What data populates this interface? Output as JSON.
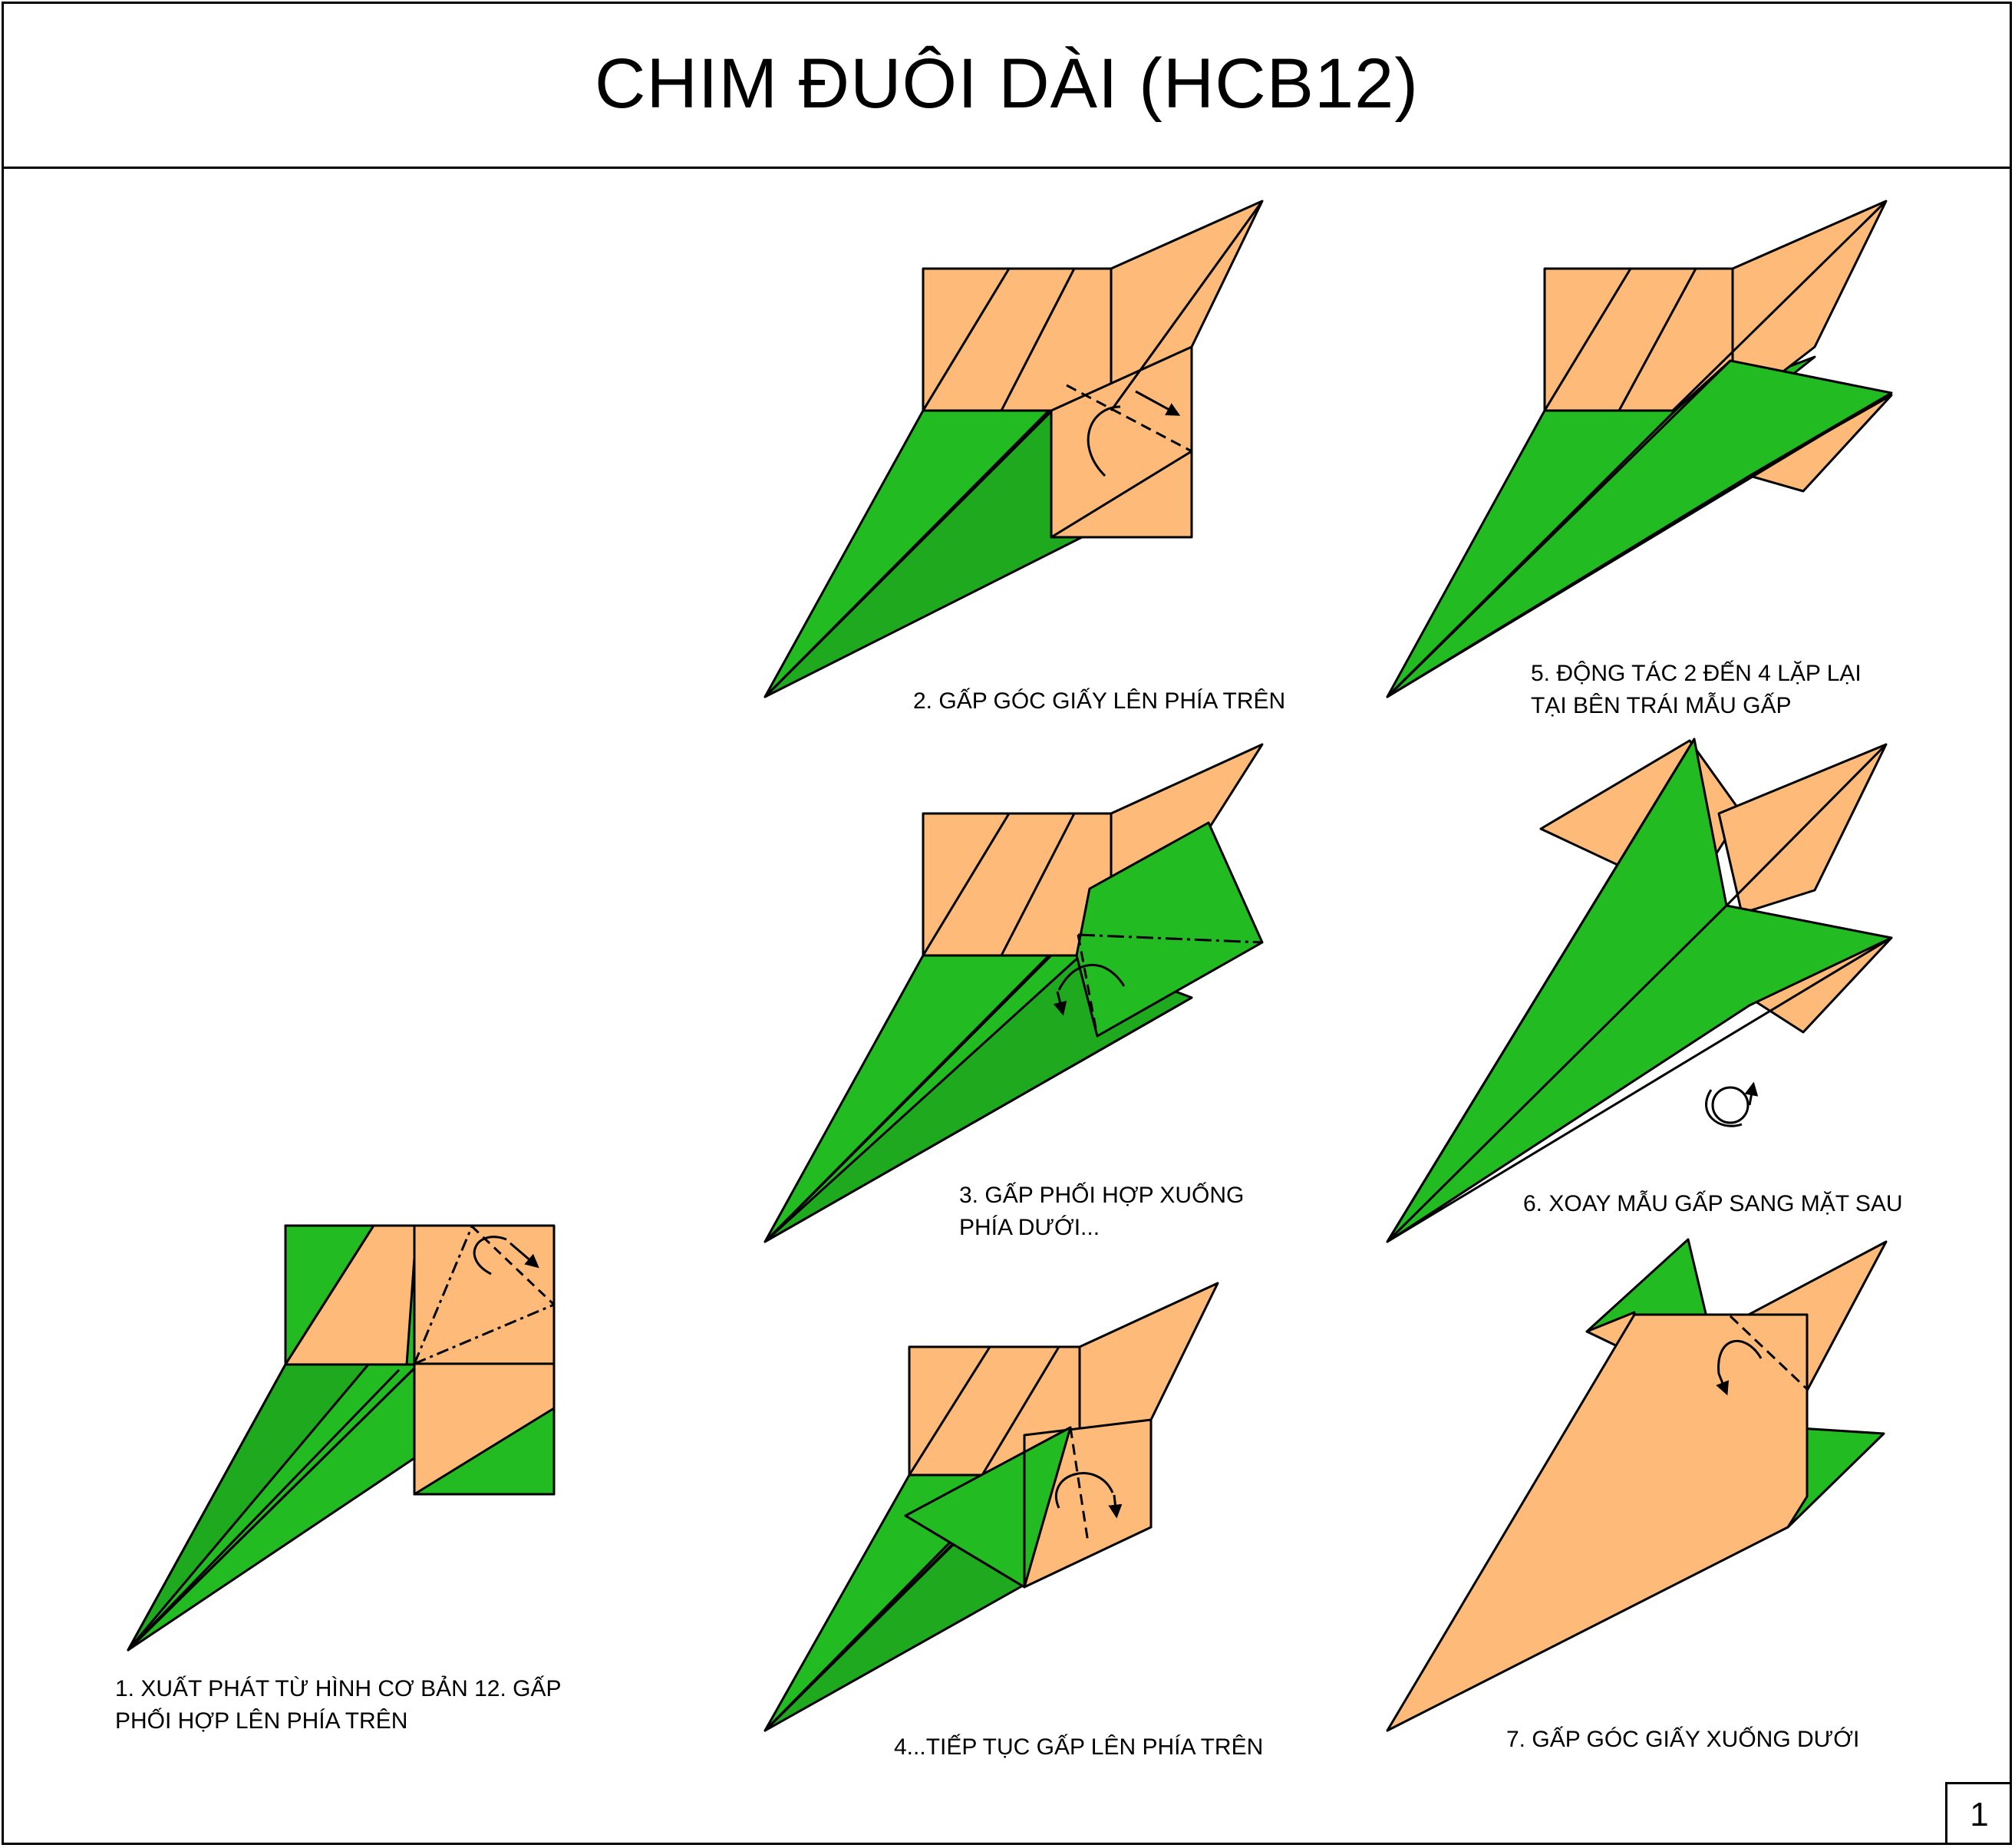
{
  "title": "CHIM ĐUÔI DÀI (HCB12)",
  "page_number": "1",
  "colors": {
    "orange": "#FDBA78",
    "green": "#22BB22",
    "stroke": "#000000"
  },
  "steps": [
    {
      "id": 1,
      "caption_lines": [
        "1. XUẤT PHÁT TỪ HÌNH CƠ BẢN 12. GẤP",
        "PHỐI HỢP LÊN PHÍA TRÊN"
      ]
    },
    {
      "id": 2,
      "caption_lines": [
        "2. GẤP GÓC GIẤY LÊN PHÍA TRÊN"
      ]
    },
    {
      "id": 3,
      "caption_lines": [
        "3. GẤP PHỐI HỢP XUỐNG",
        "PHÍA DƯỚI..."
      ]
    },
    {
      "id": 4,
      "caption_lines": [
        "4...TIẾP TỤC GẤP LÊN PHÍA TRÊN"
      ]
    },
    {
      "id": 5,
      "caption_lines": [
        "5. ĐỘNG TÁC 2 ĐẾN 4 LẶP LẠI",
        "TẠI BÊN TRÁI MẪU GẤP"
      ]
    },
    {
      "id": 6,
      "caption_lines": [
        "6. XOAY MẪU GẤP SANG MẶT SAU"
      ]
    },
    {
      "id": 7,
      "caption_lines": [
        "7. GẤP GÓC GIẤY XUỐNG DƯỚI"
      ]
    }
  ]
}
